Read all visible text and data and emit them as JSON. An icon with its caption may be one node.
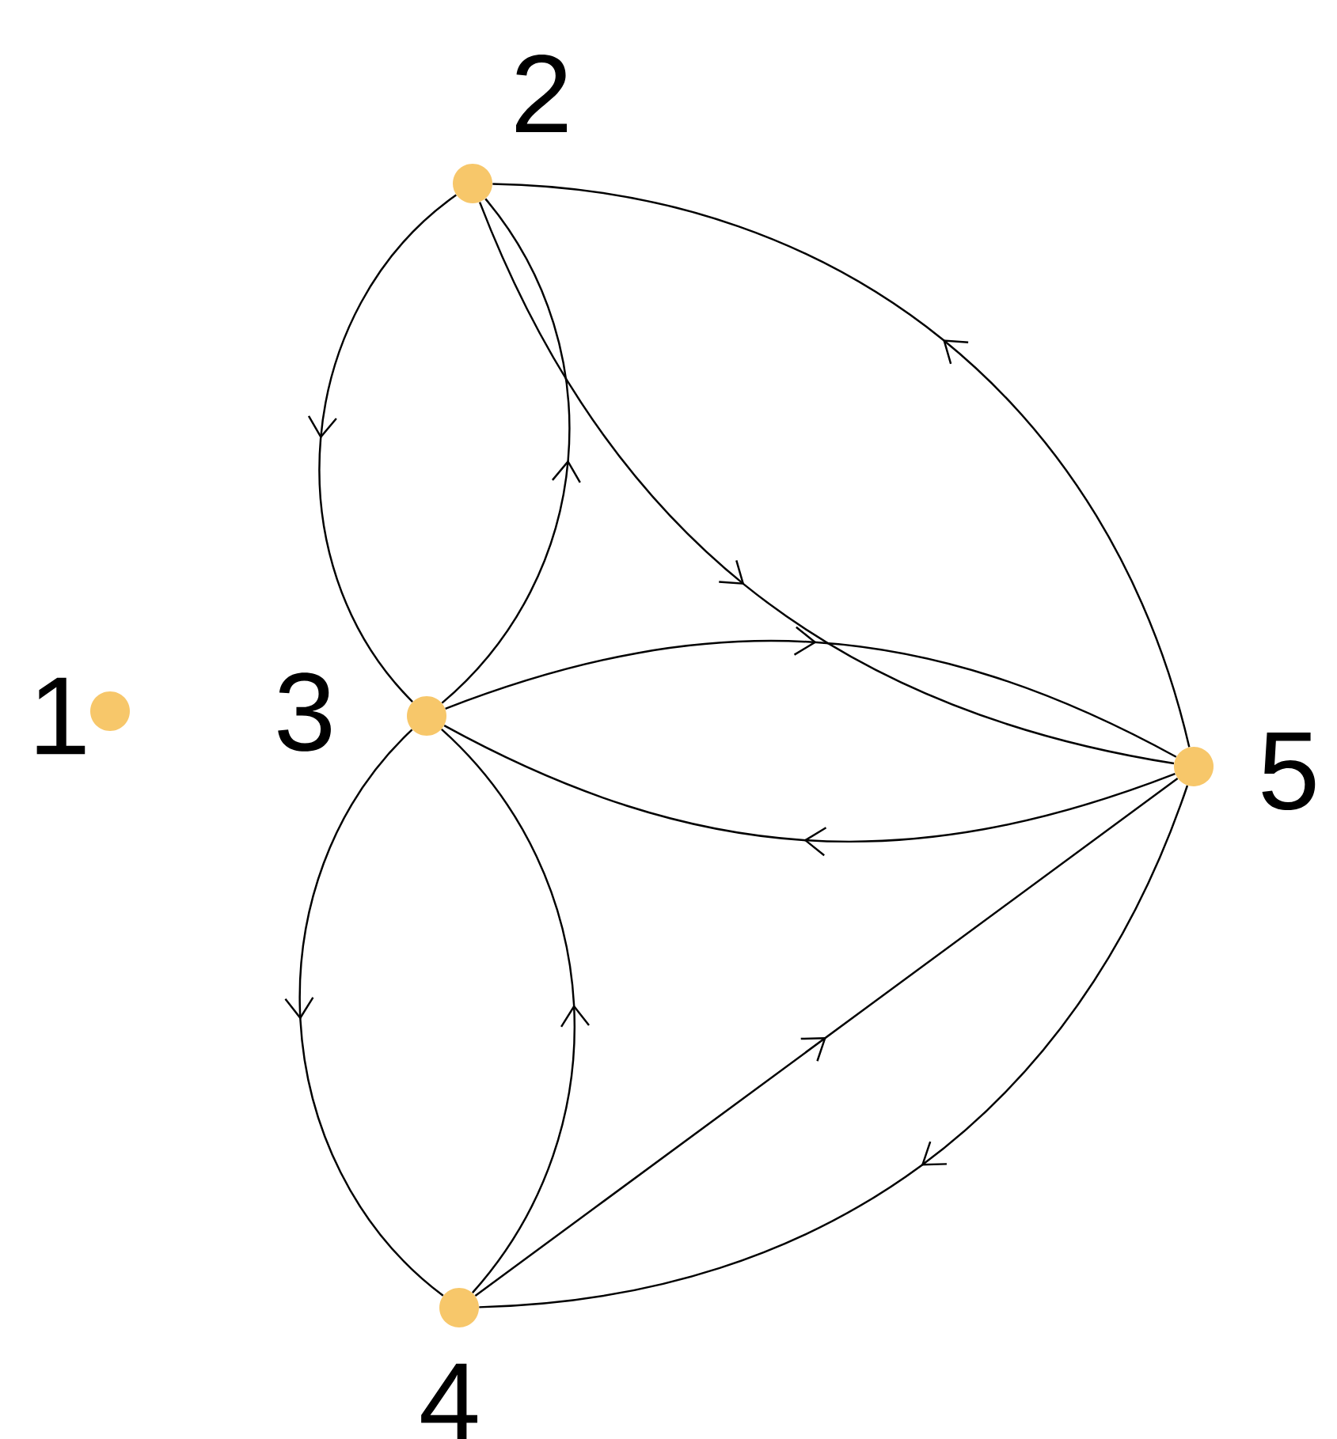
{
  "diagram": {
    "nodes": [
      {
        "text": [],
        "shape": "circle",
        "beside": [
          "1"
        ]
      },
      {
        "text": [],
        "shape": "circle",
        "beside": [
          "2"
        ]
      },
      {
        "text": [],
        "shape": "circle",
        "beside": [
          "3"
        ]
      },
      {
        "text": [],
        "shape": "circle",
        "beside": [
          "4"
        ]
      },
      {
        "text": [],
        "shape": "circle",
        "beside": [
          "5"
        ]
      }
    ],
    "edges": [
      {
        "from": 1,
        "to": 2,
        "arrow": "to"
      },
      {
        "from": 2,
        "to": 1,
        "arrow": "to"
      },
      {
        "from": 1,
        "to": 4,
        "arrow": "to"
      },
      {
        "from": 4,
        "to": 1,
        "arrow": "to"
      },
      {
        "from": 2,
        "to": 4,
        "arrow": "to"
      },
      {
        "from": 4,
        "to": 2,
        "arrow": "to"
      },
      {
        "from": 2,
        "to": 3,
        "arrow": "to"
      },
      {
        "from": 3,
        "to": 2,
        "arrow": "to"
      },
      {
        "from": 3,
        "to": 4,
        "arrow": "to"
      },
      {
        "from": 4,
        "to": 3,
        "arrow": "to"
      }
    ]
  }
}
